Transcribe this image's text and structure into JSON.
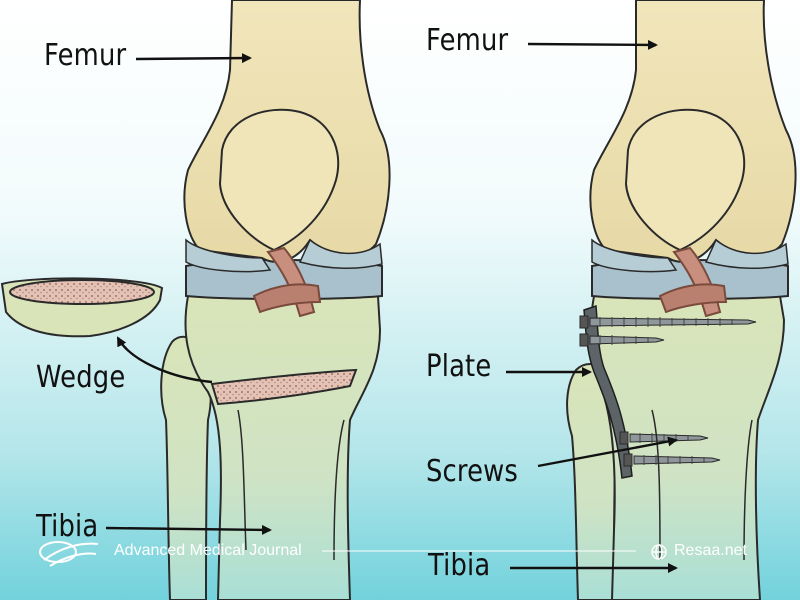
{
  "labels": {
    "femur_left": "Femur",
    "femur_right": "Femur",
    "wedge": "Wedge",
    "plate": "Plate",
    "screws": "Screws",
    "tibia_left": "Tibia",
    "tibia_right": "Tibia"
  },
  "footer": {
    "journal": "Advanced Medical Journal",
    "site": "Resaa.net",
    "logo_icon": "journal-logo-icon",
    "globe_icon": "globe-icon"
  },
  "colors": {
    "bone": "#ecdfae",
    "tibia_bone": "#d3e2ba",
    "meniscus": "#a9c1cc",
    "cut_surface": "#c8a394",
    "plate": "#5c6468",
    "background_top": "#ffffff",
    "background_bottom": "#76d4dd"
  }
}
